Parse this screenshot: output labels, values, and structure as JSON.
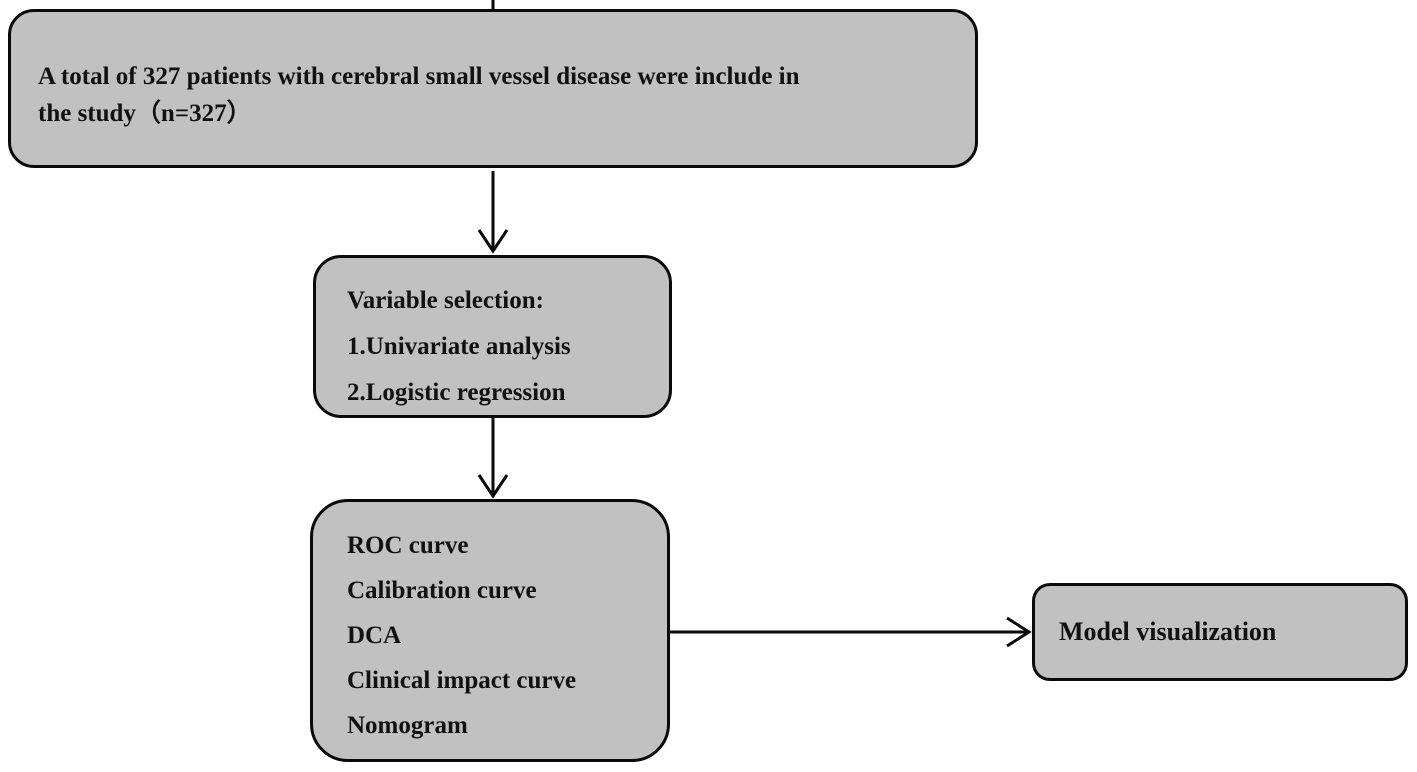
{
  "figure": {
    "type": "flowchart",
    "colors": {
      "background": "#ffffff",
      "box_fill": "#c1c1c1",
      "box_border": "#0a0a0a",
      "text": "#111111",
      "arrow": "#0a0a0a"
    },
    "nodes": {
      "patients": {
        "lines": [
          "A total of 327 patients with cerebral small vessel disease were include in",
          "the study（n=327）"
        ]
      },
      "variable_selection": {
        "lines": [
          "Variable selection:",
          "1.Univariate analysis",
          "2.Logistic regression"
        ]
      },
      "model_evaluation": {
        "lines": [
          "ROC curve",
          "Calibration curve",
          "DCA",
          "Clinical impact curve",
          "Nomogram"
        ]
      },
      "model_visualization": {
        "text": "Model visualization"
      }
    },
    "edges": [
      {
        "from": "patients",
        "to": "variable_selection",
        "direction": "down"
      },
      {
        "from": "variable_selection",
        "to": "model_evaluation",
        "direction": "down"
      },
      {
        "from": "model_evaluation",
        "to": "model_visualization",
        "direction": "right"
      }
    ]
  }
}
